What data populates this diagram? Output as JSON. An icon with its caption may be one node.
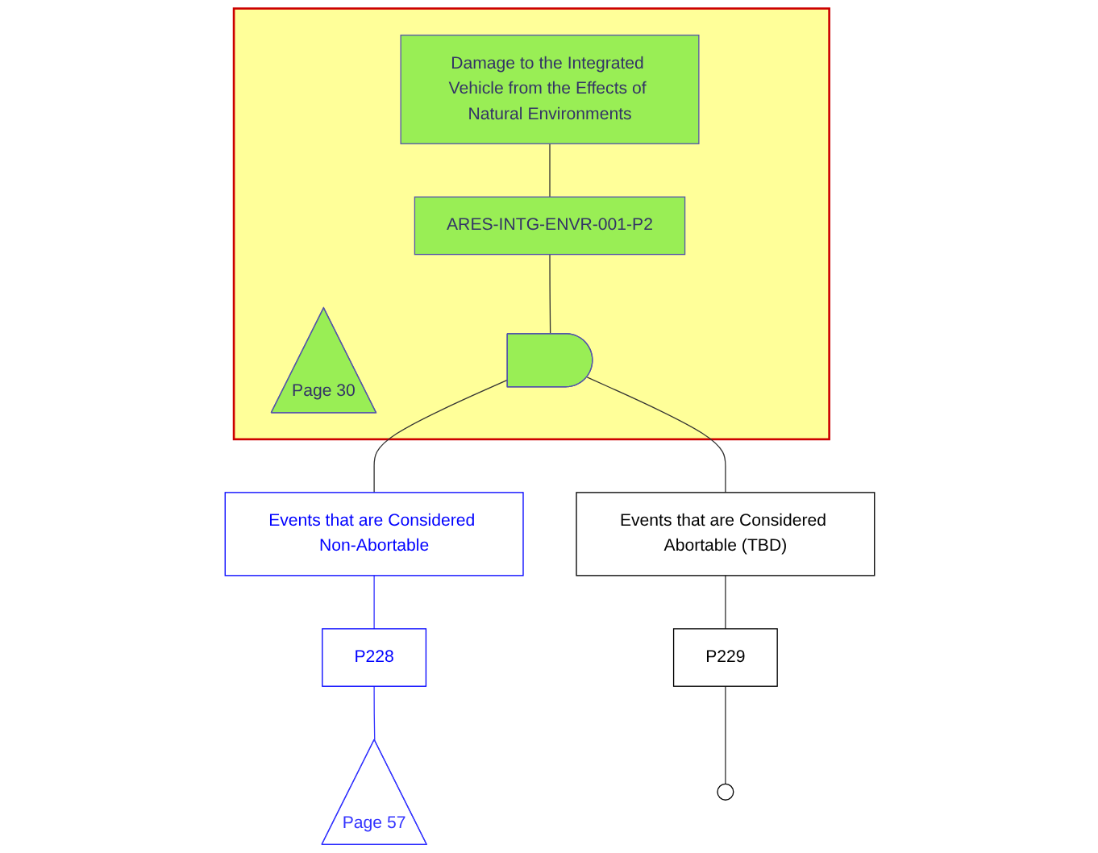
{
  "diagram": {
    "nodes": [
      {
        "text": [],
        "shape": "box"
      },
      {
        "text": [
          "Damage to the Integrated Vehicle from the Effects of Natural Environments"
        ],
        "in": 0
      },
      {
        "text": [
          "ARES-INTG-ENVR-001-P2"
        ],
        "in": 0
      },
      {
        "text": [
          "Page 30"
        ],
        "in": 0
      },
      {
        "text": [],
        "shape": "gate",
        "in": 0
      },
      {
        "text": [
          "Events that are Considered Non-Abortable"
        ]
      },
      {
        "text": [
          "P228"
        ]
      },
      {
        "text": [
          "Page 57"
        ]
      },
      {
        "text": [
          "Events that are Considered Abortable (TBD)"
        ]
      },
      {
        "text": [
          "P229"
        ]
      },
      {
        "text": [],
        "shape": "circle"
      }
    ],
    "edges": [
      {
        "from": 1,
        "to": 2,
        "arrow": "none"
      },
      {
        "from": 2,
        "to": 4,
        "arrow": "none"
      },
      {
        "from": 4,
        "to": 5,
        "arrow": "none"
      },
      {
        "from": 4,
        "to": 8,
        "arrow": "none"
      },
      {
        "from": 5,
        "to": 6,
        "arrow": "none",
        "color": "#3333ff"
      },
      {
        "from": 6,
        "to": 7,
        "arrow": "none",
        "color": "#3333ff"
      },
      {
        "from": 8,
        "to": 9,
        "arrow": "none"
      },
      {
        "from": 9,
        "to": 10,
        "arrow": "none"
      }
    ]
  }
}
